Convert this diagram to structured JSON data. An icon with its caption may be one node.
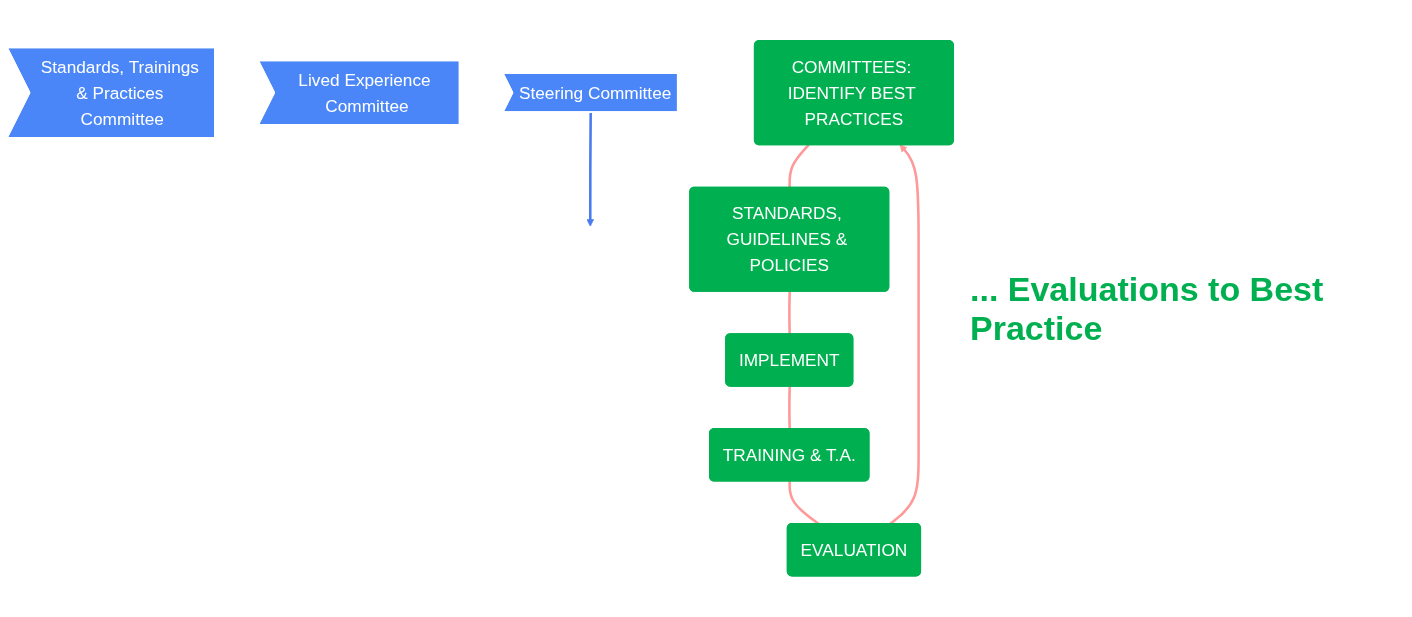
{
  "diagram": {
    "nodes": [
      {
        "text": [
          "COMMITTEES: IDENTIFY BEST PRACTICES"
        ]
      },
      {
        "text": [
          "STANDARDS, GUIDELINES & POLICIES"
        ]
      },
      {
        "text": [
          "IMPLEMENT"
        ]
      },
      {
        "text": [
          "TRAINING & T.A."
        ]
      },
      {
        "text": [
          "EVALUATION"
        ]
      },
      {
        "text": [
          "Standards, Trainings & Practices Committee"
        ]
      },
      {
        "text": [
          "Lived Experience Committee"
        ]
      },
      {
        "text": [
          "Steering Committee"
        ]
      }
    ],
    "edges": [
      {
        "from": 0,
        "to": 1,
        "arrow": "none"
      },
      {
        "from": 1,
        "to": 2,
        "arrow": "none"
      },
      {
        "from": 2,
        "to": 3,
        "arrow": "none"
      },
      {
        "from": 3,
        "to": 4,
        "arrow": "none"
      },
      {
        "from": 4,
        "to": 0,
        "arrow": "to"
      },
      {
        "from": 7,
        "to": null,
        "arrow": "to",
        "color": "#4a7cf0"
      }
    ],
    "labels": [
      "... Evaluations to Best Practice"
    ]
  }
}
